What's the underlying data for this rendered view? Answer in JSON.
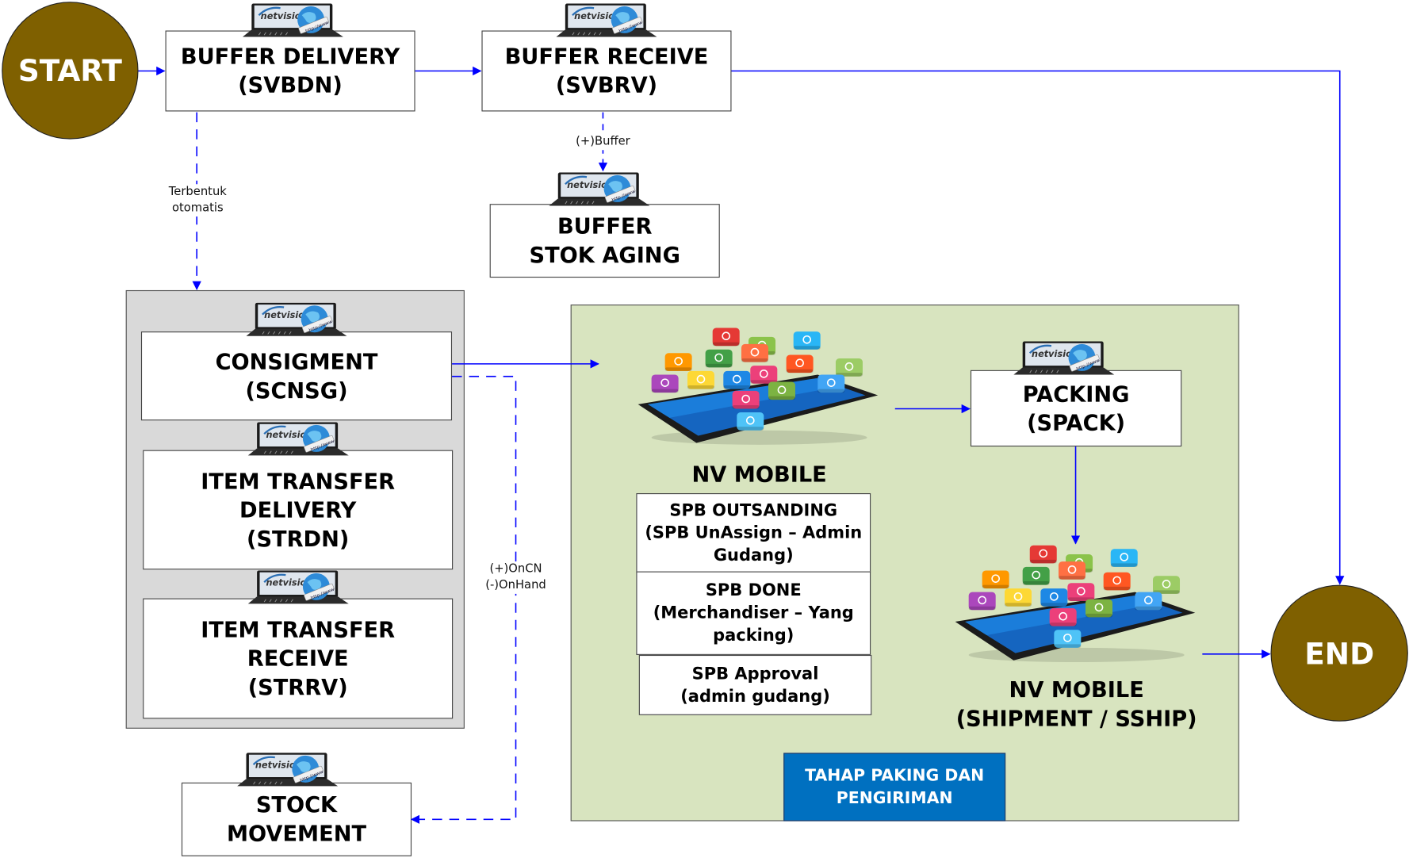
{
  "diagram": {
    "start_label": "START",
    "end_label": "END",
    "nodes": {
      "buffer_delivery": {
        "line1": "BUFFER DELIVERY",
        "line2": "(SVBDN)"
      },
      "buffer_receive": {
        "line1": "BUFFER RECEIVE",
        "line2": "(SVBRV)"
      },
      "buffer_stok_aging": {
        "line1": "BUFFER",
        "line2": "STOK AGING"
      },
      "consigment": {
        "line1": "CONSIGMENT",
        "line2": "(SCNSG)"
      },
      "item_transfer_delivery": {
        "line1": "ITEM TRANSFER",
        "line2": "DELIVERY",
        "line3": "(STRDN)"
      },
      "item_transfer_receive": {
        "line1": "ITEM TRANSFER",
        "line2": "RECEIVE",
        "line3": "(STRRV)"
      },
      "stock_movement": {
        "line1": "STOCK",
        "line2": "MOVEMENT"
      },
      "packing": {
        "line1": "PACKING",
        "line2": "(SPACK)"
      }
    },
    "nv_mobile": {
      "title": "NV MOBILE",
      "sub_boxes": [
        {
          "line1": "SPB OUTSANDING",
          "line2": "(SPB UnAssign – Admin",
          "line3": "Gudang)"
        },
        {
          "line1": "SPB DONE",
          "line2": "(Merchandiser – Yang",
          "line3": "packing)"
        },
        {
          "line1": "SPB Approval",
          "line2": "(admin gudang)"
        }
      ]
    },
    "nv_mobile_shipment": {
      "line1": "NV MOBILE",
      "line2": "(SHIPMENT / SSHIP)"
    },
    "stage_banner": {
      "line1": "TAHAP PAKING DAN",
      "line2": "PENGIRIMAN"
    },
    "edge_labels": {
      "auto_formed": {
        "line1": "Terbentuk",
        "line2": "otomatis"
      },
      "buffer_plus": "(+)Buffer",
      "oncn": {
        "line1": "(+)OnCN",
        "line2": "(-)OnHand"
      }
    },
    "logo_text": "netvision",
    "logo_url_text": "http://www",
    "colors": {
      "terminal": "#7f6000",
      "arrow": "#0000ff",
      "group_gray": "#d9d9d9",
      "group_green": "#d8e4bf",
      "banner": "#0070c0"
    }
  }
}
